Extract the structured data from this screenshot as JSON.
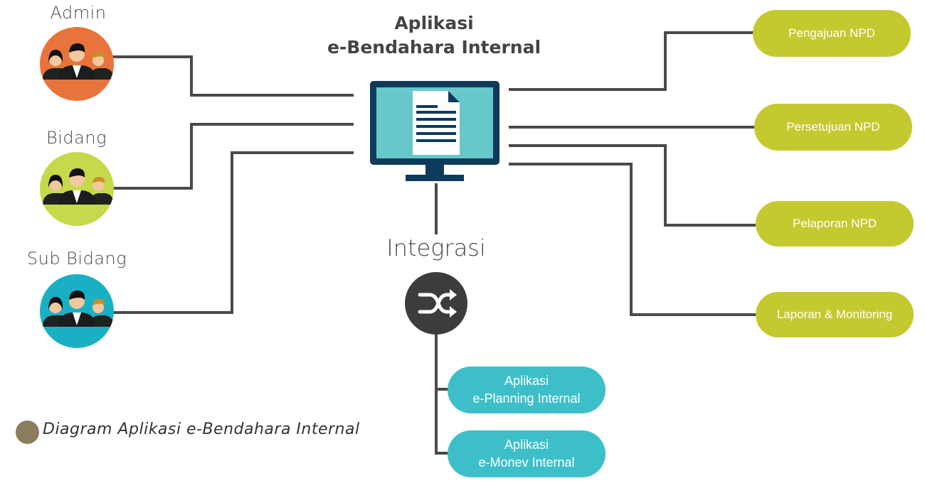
{
  "app": {
    "title_line1": "Aplikasi",
    "title_line2": "e-Bendahara Internal"
  },
  "roles": [
    {
      "label": "Admin",
      "color": "#e8743b"
    },
    {
      "label": "Bidang",
      "color": "#c5d94a"
    },
    {
      "label": "Sub Bidang",
      "color": "#1ab0c4"
    }
  ],
  "modules": [
    {
      "label": "Pengajuan NPD"
    },
    {
      "label": "Persetujuan NPD"
    },
    {
      "label": "Pelaporan NPD"
    },
    {
      "label": "Laporan & Monitoring"
    }
  ],
  "integration": {
    "label": "Integrasi",
    "systems": [
      {
        "line1": "Aplikasi",
        "line2": "e-Planning Internal"
      },
      {
        "line1": "Aplikasi",
        "line2": "e-Monev Internal"
      }
    ]
  },
  "legend": {
    "text": "Diagram Aplikasi e-Bendahara Internal",
    "color": "#8a7d5c"
  },
  "colors": {
    "connector": "#4a4a4a",
    "module_pill": "#c5c930",
    "integration_pill": "#3dbfc9",
    "monitor": "#0f3a5c",
    "screen": "#66c8c8"
  }
}
